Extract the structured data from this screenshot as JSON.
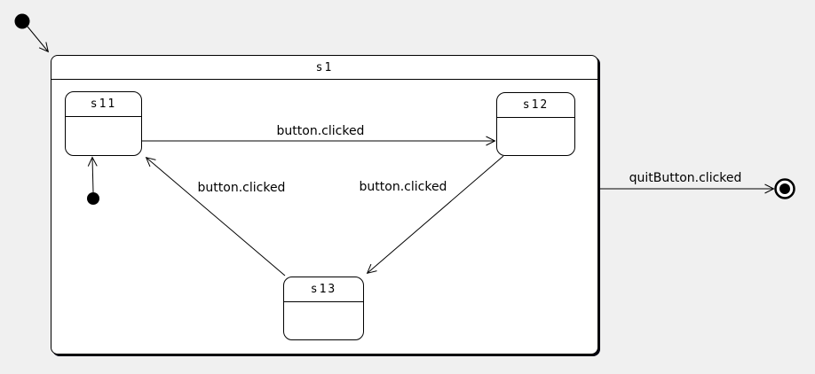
{
  "diagram": {
    "type": "uml-state-machine",
    "colors": {
      "background": "#f0f0f0",
      "state_fill": "#ffffff",
      "stroke": "#000000"
    }
  },
  "states": {
    "s1": {
      "label": "s1"
    },
    "s11": {
      "label": "s11"
    },
    "s12": {
      "label": "s12"
    },
    "s13": {
      "label": "s13"
    }
  },
  "pseudostates": {
    "initial_top": {
      "icon": "initial-state-icon"
    },
    "initial_inner_s1": {
      "icon": "initial-state-icon"
    },
    "final": {
      "icon": "final-state-icon"
    }
  },
  "transitions": {
    "s11_to_s12": {
      "label": "button.clicked"
    },
    "s13_to_s11": {
      "label": "button.clicked"
    },
    "s12_to_s13": {
      "label": "button.clicked"
    },
    "s1_to_final": {
      "label": "quitButton.clicked"
    }
  }
}
